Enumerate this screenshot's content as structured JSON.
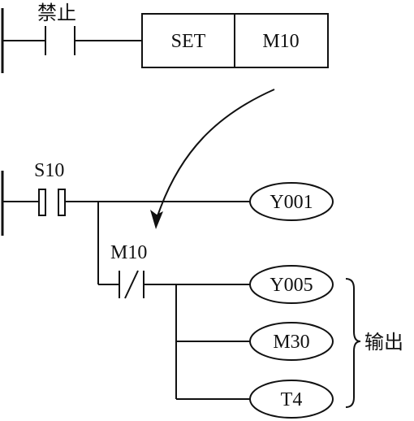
{
  "rung1": {
    "contact_label": "禁止",
    "instruction": "SET",
    "operand": "M10"
  },
  "rung2": {
    "step_label": "S10",
    "branch_contact_label": "M10",
    "outputs": [
      "Y001",
      "Y005",
      "M30",
      "T4"
    ],
    "group_label": "输出"
  }
}
